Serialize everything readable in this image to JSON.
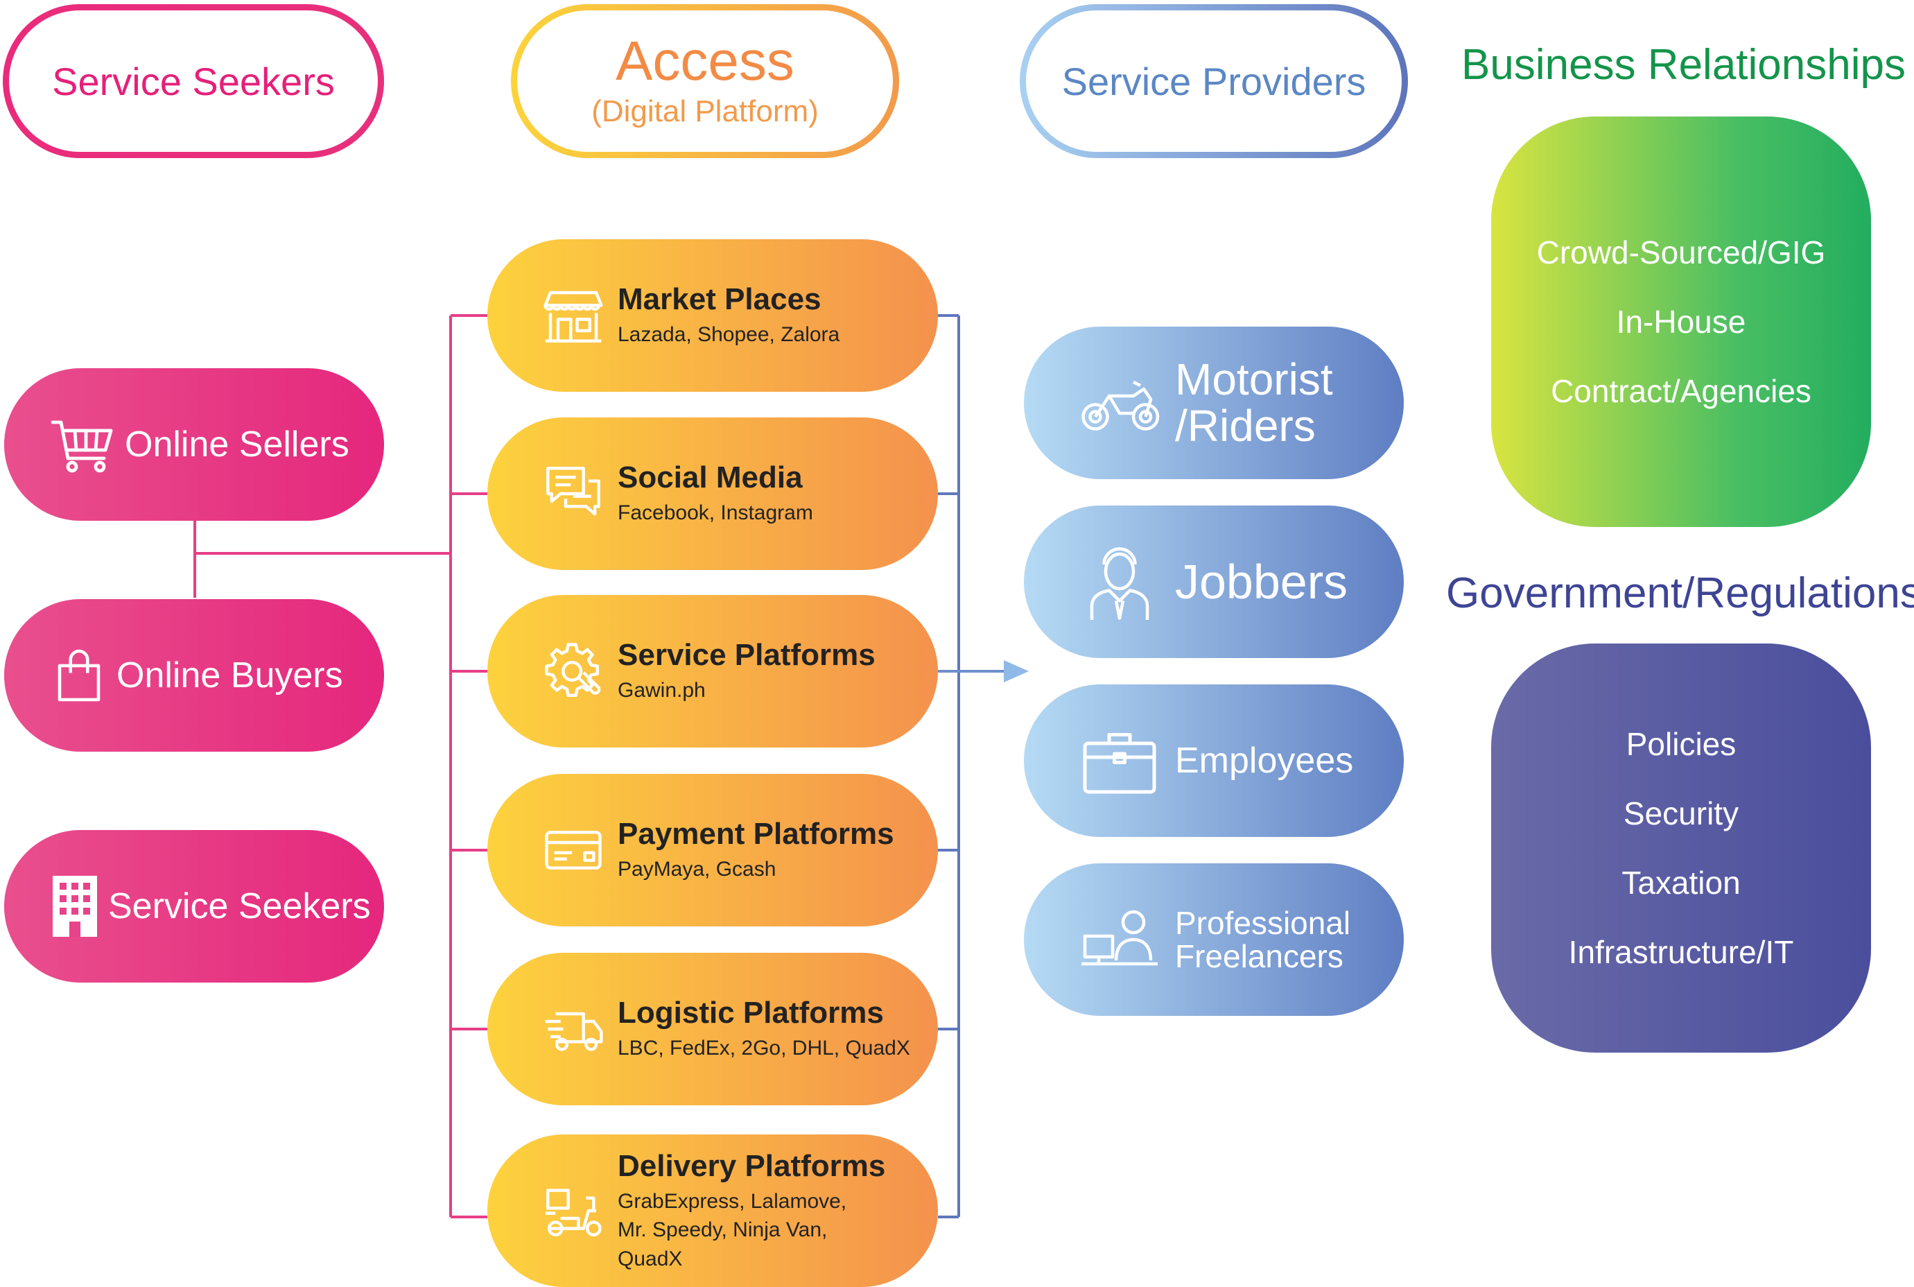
{
  "headers": {
    "service_seekers": "Service Seekers",
    "access_title": "Access",
    "access_subtitle": "(Digital Platform)",
    "service_providers": "Service Providers"
  },
  "seekers": [
    {
      "label": "Online Sellers",
      "icon": "shopping-cart-icon"
    },
    {
      "label": "Online Buyers",
      "icon": "shopping-bag-icon"
    },
    {
      "label": "Service Seekers",
      "icon": "building-icon"
    }
  ],
  "platforms": [
    {
      "title": "Market Places",
      "sub": "Lazada, Shopee, Zalora",
      "icon": "storefront-icon"
    },
    {
      "title": "Social Media",
      "sub": "Facebook, Instagram",
      "icon": "chat-bubbles-icon"
    },
    {
      "title": "Service Platforms",
      "sub": "Gawin.ph",
      "icon": "gear-wrench-icon"
    },
    {
      "title": "Payment Platforms",
      "sub": "PayMaya, Gcash",
      "icon": "credit-card-icon"
    },
    {
      "title": "Logistic Platforms",
      "sub": "LBC, FedEx, 2Go, DHL, QuadX",
      "icon": "delivery-truck-icon"
    },
    {
      "title": "Delivery Platforms",
      "sub_lines": [
        "GrabExpress, Lalamove,",
        "Mr. Speedy, Ninja Van,",
        "QuadX"
      ],
      "icon": "delivery-scooter-icon"
    }
  ],
  "providers": [
    {
      "label_lines": [
        "Motorist",
        "/Riders"
      ],
      "icon": "motorcycle-icon"
    },
    {
      "label": "Jobbers",
      "icon": "worker-person-icon"
    },
    {
      "label": "Employees",
      "icon": "briefcase-icon"
    },
    {
      "label_lines": [
        "Professional",
        "Freelancers"
      ],
      "icon": "freelancer-at-desk-icon"
    }
  ],
  "business": {
    "title": "Business Relationships",
    "items": [
      "Crowd-Sourced/GIG",
      "In-House",
      "Contract/Agencies"
    ]
  },
  "government": {
    "title": "Government/Regulations",
    "items": [
      "Policies",
      "Security",
      "Taxation",
      "Infrastructure/IT"
    ]
  },
  "colors": {
    "pink": "#e5277d",
    "orange": "#f4924d",
    "yellow": "#fdd23e",
    "blue": "#5f7ec3",
    "light_blue": "#b5daf4",
    "green": "#13944a",
    "navy": "#3e4494"
  }
}
